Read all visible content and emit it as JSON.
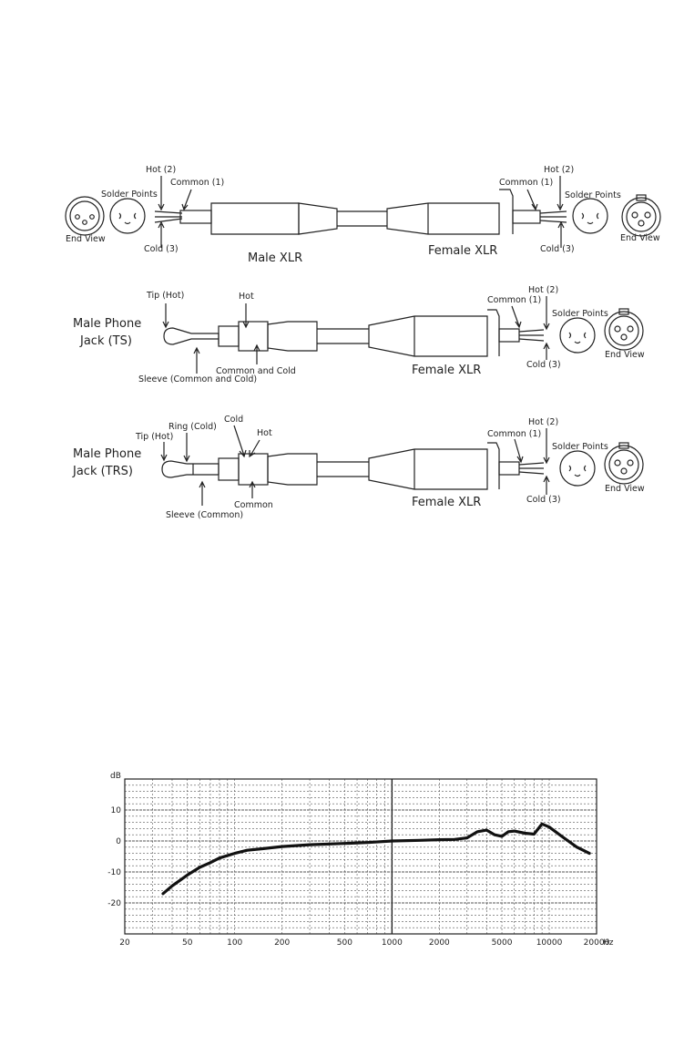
{
  "diagram1": {
    "hot": "Hot (2)",
    "common_left": "Common (1)",
    "solder_left": "Solder Points",
    "end_view_left": "End View",
    "cold_left": "Cold (3)",
    "male_title": "Male XLR",
    "female_title": "Female XLR",
    "common_right": "Common (1)",
    "hot_right": "Hot (2)",
    "solder_right": "Solder Points",
    "cold_right": "Cold (3)",
    "end_view_right": "End View"
  },
  "diagram2": {
    "tip": "Tip (Hot)",
    "hot": "Hot",
    "title_line1": "Male Phone",
    "title_line2": "Jack (TS)",
    "common_cold": "Common and Cold",
    "sleeve": "Sleeve (Common and Cold)",
    "female_title": "Female XLR",
    "common": "Common (1)",
    "hot2": "Hot (2)",
    "solder": "Solder Points",
    "cold": "Cold (3)",
    "end_view": "End View"
  },
  "diagram3": {
    "cold_top": "Cold",
    "ring": "Ring (Cold)",
    "hot": "Hot",
    "tip": "Tip (Hot)",
    "title_line1": "Male Phone",
    "title_line2": "Jack (TRS)",
    "sleeve": "Sleeve (Common)",
    "common": "Common",
    "female_title": "Female XLR",
    "common_right": "Common (1)",
    "hot2": "Hot (2)",
    "solder": "Solder Points",
    "cold": "Cold (3)",
    "end_view": "End View"
  },
  "pin_numbers": [
    "1",
    "2",
    "3"
  ],
  "chart_data": {
    "type": "line",
    "xscale": "log",
    "xlim": [
      20,
      20000
    ],
    "ylim": [
      -30,
      20
    ],
    "ylabel": "dB",
    "xunit": "Hz",
    "x_ticks": [
      "20",
      "50",
      "100",
      "200",
      "500",
      "1000",
      "2000",
      "5000",
      "10000",
      "20000"
    ],
    "y_ticks": [
      "10",
      "0",
      "-10",
      "-20"
    ],
    "grid": true,
    "series": [
      {
        "x": [
          35,
          40,
          50,
          60,
          70,
          80,
          100,
          120,
          150,
          200,
          300,
          500,
          700,
          1000,
          1500,
          2000,
          2500,
          3000,
          3500,
          4000,
          4500,
          5000,
          5500,
          6000,
          7000,
          8000,
          9000,
          10000,
          12000,
          15000,
          18000
        ],
        "y": [
          -17,
          -14.5,
          -11,
          -8.5,
          -7,
          -5.5,
          -4,
          -3,
          -2.5,
          -1.8,
          -1.2,
          -0.8,
          -0.5,
          0,
          0.2,
          0.4,
          0.5,
          1,
          3,
          3.5,
          2,
          1.5,
          3,
          3.2,
          2.5,
          2.2,
          5.5,
          4.5,
          1.5,
          -2,
          -4
        ]
      }
    ]
  }
}
